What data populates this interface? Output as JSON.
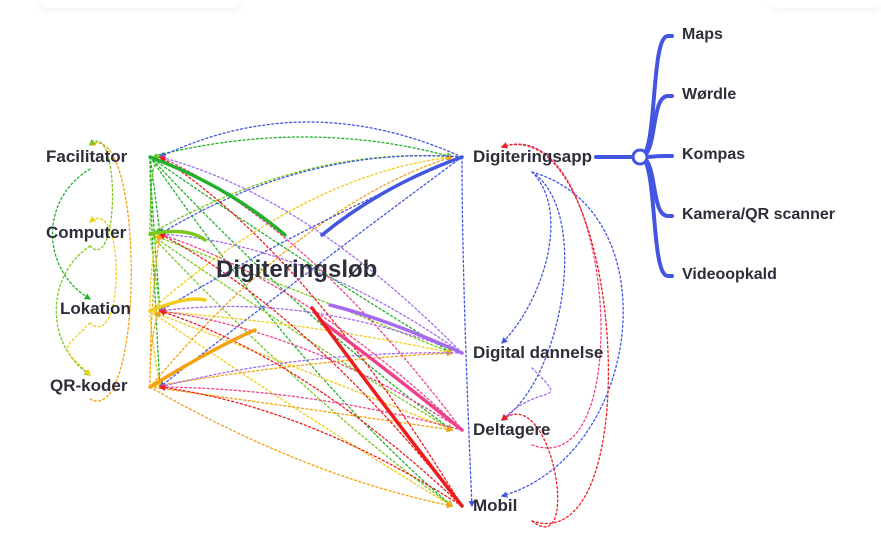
{
  "central_topic": "Digiteringsløb",
  "left_nodes": [
    {
      "id": "facilitator",
      "label": "Facilitator"
    },
    {
      "id": "computer",
      "label": "Computer"
    },
    {
      "id": "lokation",
      "label": "Lokation"
    },
    {
      "id": "qr",
      "label": "QR-koder"
    }
  ],
  "right_nodes": [
    {
      "id": "app",
      "label": "Digiteringsapp"
    },
    {
      "id": "dannelse",
      "label": "Digital dannelse"
    },
    {
      "id": "deltagere",
      "label": "Deltagere"
    },
    {
      "id": "mobil",
      "label": "Mobil"
    }
  ],
  "app_branches": [
    {
      "label": "Maps"
    },
    {
      "label": "Wørdle"
    },
    {
      "label": "Kompas"
    },
    {
      "label": "Kamera/QR scanner"
    },
    {
      "label": "Videoopkald"
    }
  ],
  "colors": {
    "facilitator": "#22b02a",
    "computer": "#78c81e",
    "lokation": "#f2cc1a",
    "qr": "#f5a10f",
    "app": "#4356e0",
    "dannelse": "#a66af0",
    "deltagere": "#f0428a",
    "mobil": "#ee1c1c",
    "text": "#2e2e3a"
  }
}
